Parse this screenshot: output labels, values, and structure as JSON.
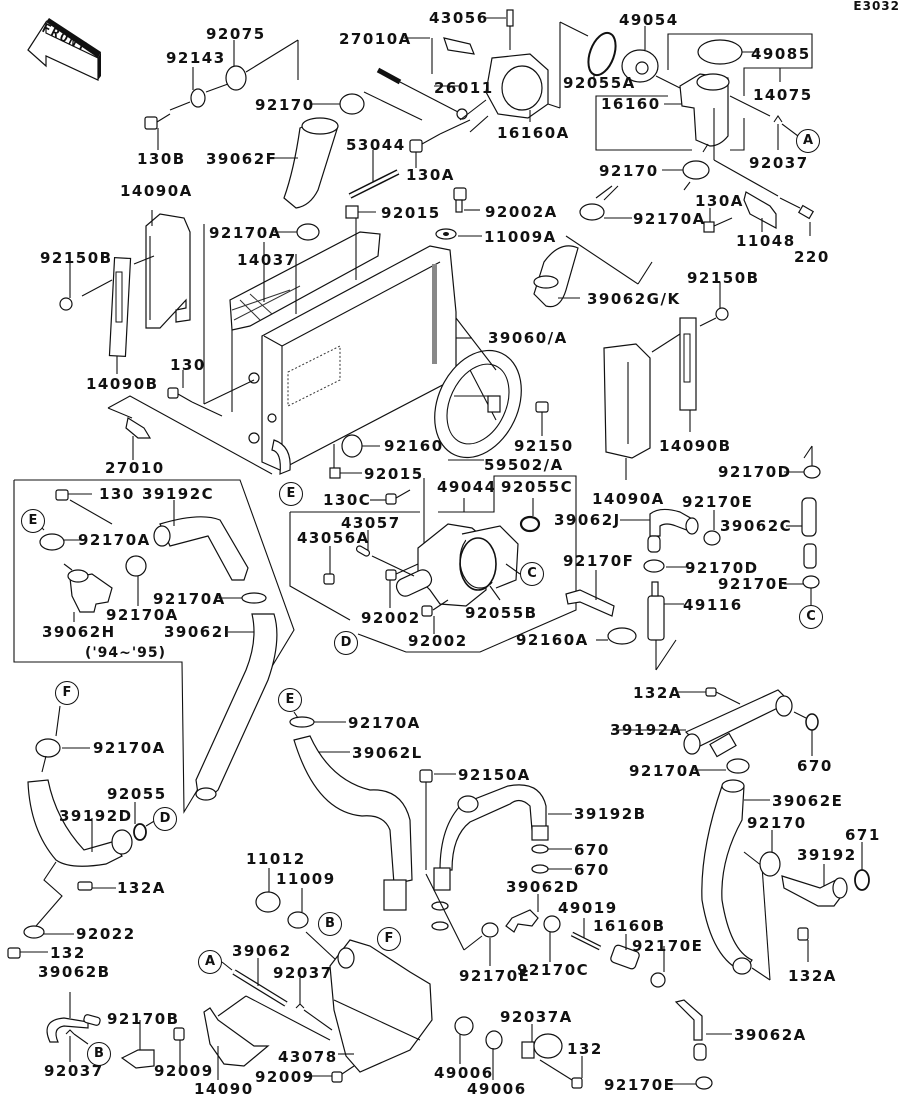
{
  "diagram": {
    "code": "E3032",
    "front_label": "FRONT",
    "note_years": "('94~'95)",
    "labels": {
      "p92075": "92075",
      "p92143": "92143",
      "p130B": "130B",
      "p92170_top": "92170",
      "p39062F": "39062F",
      "p27010A": "27010A",
      "p43056": "43056",
      "p26011": "26011",
      "p16160A": "16160A",
      "p53044": "53044",
      "p130A_top": "130A",
      "p92055A": "92055A",
      "p49054": "49054",
      "p49085": "49085",
      "p14075": "14075",
      "p16160": "16160",
      "p92037_top": "92037",
      "p92170_mid": "92170",
      "p130A_right": "130A",
      "p11048": "11048",
      "p220": "220",
      "p14090A_left": "14090A",
      "p92150B_left": "92150B",
      "p14090B_left": "14090B",
      "p92170A_rad": "92170A",
      "p14037": "14037",
      "p92015_top": "92015",
      "p92002A": "92002A",
      "p11009A": "11009A",
      "p92170A_right": "92170A",
      "p39062GK": "39062G/K",
      "p39060A": "39060/A",
      "p92150B_right": "92150B",
      "p130": "130",
      "p27010": "27010",
      "p92160": "92160",
      "p92015_bot": "92015",
      "p92150": "92150",
      "p59502A": "59502/A",
      "p14090B_right": "14090B",
      "p14090A_right": "14090A",
      "p92170D_top": "92170D",
      "p130_box": "130",
      "p39192C": "39192C",
      "p92170A_box1": "92170A",
      "p92170A_box2": "92170A",
      "p92170A_box3": "92170A",
      "p39062H": "39062H",
      "p39062I": "39062I",
      "p130C": "130C",
      "p49044": "49044",
      "p92055C": "92055C",
      "p43057": "43057",
      "p43056A": "43056A",
      "p92002_a": "92002",
      "p92002_b": "92002",
      "p92055B": "92055B",
      "p39062J": "39062J",
      "p92170E_a": "92170E",
      "p39062C": "39062C",
      "p92170F": "92170F",
      "p92170D_mid": "92170D",
      "p92170E_b": "92170E",
      "p49116": "49116",
      "p92160A": "92160A",
      "p92170A_F": "92170A",
      "p92055": "92055",
      "p39192D": "39192D",
      "p132A_left": "132A",
      "p92022": "92022",
      "p132_left": "132",
      "p92170A_E": "92170A",
      "p39062L": "39062L",
      "p92150A": "92150A",
      "p39192B": "39192B",
      "p670_a": "670",
      "p670_b": "670",
      "p132A_top": "132A",
      "p39192A": "39192A",
      "p92170A_mani": "92170A",
      "p670_c": "670",
      "p39062E": "39062E",
      "p92170_right": "92170",
      "p671": "671",
      "p39192": "39192",
      "p132A_right": "132A",
      "p11012": "11012",
      "p11009": "11009",
      "p39062D": "39062D",
      "p49019": "49019",
      "p16160B": "16160B",
      "p92170E_c": "92170E",
      "p92170C": "92170C",
      "p92170E_d": "92170E",
      "p39062A": "39062A",
      "p92170E_e": "92170E",
      "p39062B": "39062B",
      "p92037_bot": "92037",
      "p92170B": "92170B",
      "p92009_a": "92009",
      "p14090": "14090",
      "p39062": "39062",
      "p92037_mid": "92037",
      "p43078": "43078",
      "p92009_b": "92009",
      "p49006_a": "49006",
      "p49006_b": "49006",
      "p92037A": "92037A",
      "p132_bot": "132"
    },
    "refs": {
      "A": "A",
      "B": "B",
      "C": "C",
      "D": "D",
      "E": "E",
      "F": "F"
    }
  }
}
